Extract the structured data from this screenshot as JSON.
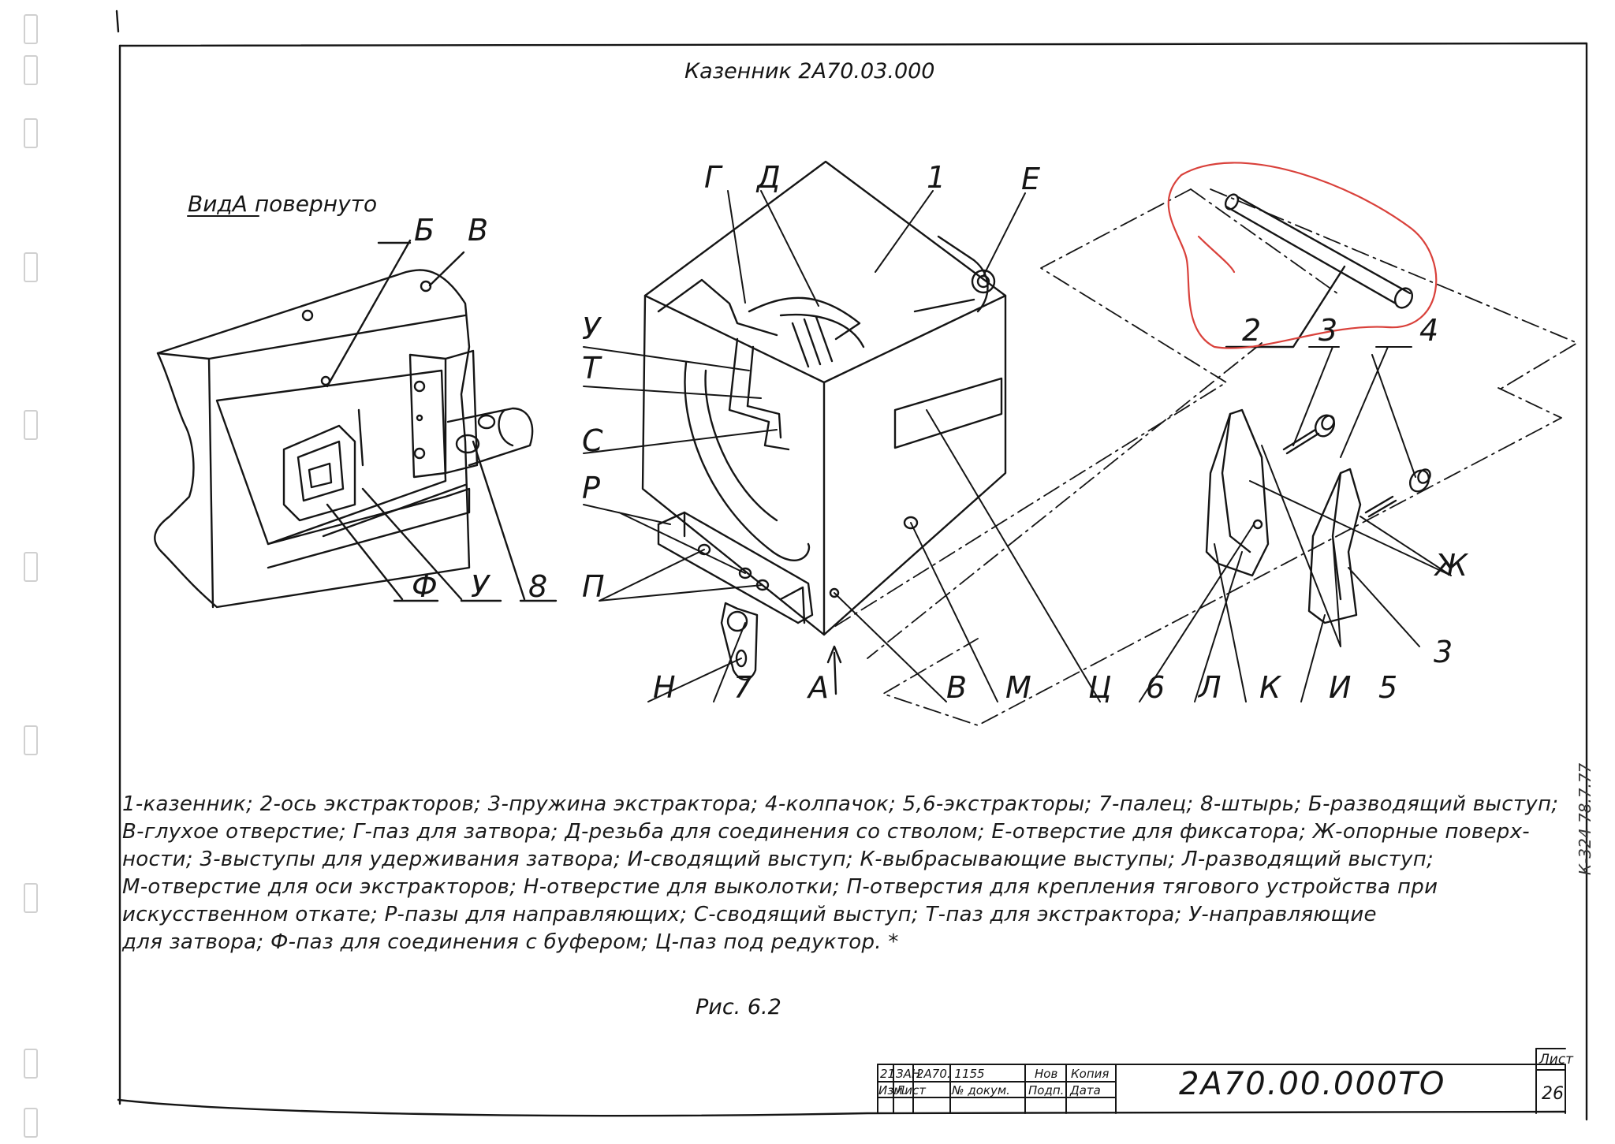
{
  "document": {
    "title": "Казенник 2А70.03.000",
    "view_label": "ВидА повернуто",
    "figure_caption": "Рис. 6.2",
    "legend_lines": [
      "1-казенник; 2-ось экстракторов; 3-пружина экстрактора; 4-колпачок; 5,6-экстракторы; 7-палец; 8-штырь; Б-разводящий выступ;",
      "В-глухое отверстие; Г-паз для затвора; Д-резьба для соединения со стволом; Е-отверстие для фиксатора; Ж-опорные поверх-",
      "ности; 3-выступы для удерживания затвора; И-сводящий выступ; К-выбрасывающие выступы; Л-разводящий выступ;",
      "М-отверстие для оси экстракторов; Н-отверстие для выколотки; П-отверстия для крепления тягового устройства при",
      "искусственном откате; Р-пазы для направляющих; С-сводящий выступ; Т-паз для экстрактора; У-направляющие",
      "для затвора; Ф-паз для соединения с буфером; Ц-паз под редуктор. *"
    ],
    "callouts": {
      "left_B": "Б",
      "left_V": "В",
      "left_F": "Ф",
      "left_U": "У",
      "left_8": "8",
      "G": "Г",
      "D": "Д",
      "one": "1",
      "E": "Е",
      "U": "У",
      "T": "Т",
      "S": "С",
      "R": "Р",
      "P": "П",
      "N": "Н",
      "seven": "7",
      "A": "А",
      "V": "В",
      "M": "М",
      "Ts": "Ц",
      "six": "6",
      "L": "Л",
      "K": "К",
      "I": "И",
      "five": "5",
      "two": "2",
      "three_top": "3",
      "four": "4",
      "Zh": "Ж",
      "three_bottom": "3"
    },
    "title_block": {
      "doc_code": "2А70.00.000ТО",
      "sheet_label": "Лист",
      "sheet_number": "26",
      "row1": [
        "21",
        "ЗАН",
        "2А70. 1155",
        "Нов",
        "Копия"
      ],
      "row2": [
        "Изм.",
        "Лист",
        "№ докум.",
        "Подп.",
        "Дата"
      ]
    },
    "margin_note": "К-324  78.7.77"
  },
  "colors": {
    "ink": "#151515",
    "annotation": "#d9413b",
    "paper": "#ffffff"
  }
}
